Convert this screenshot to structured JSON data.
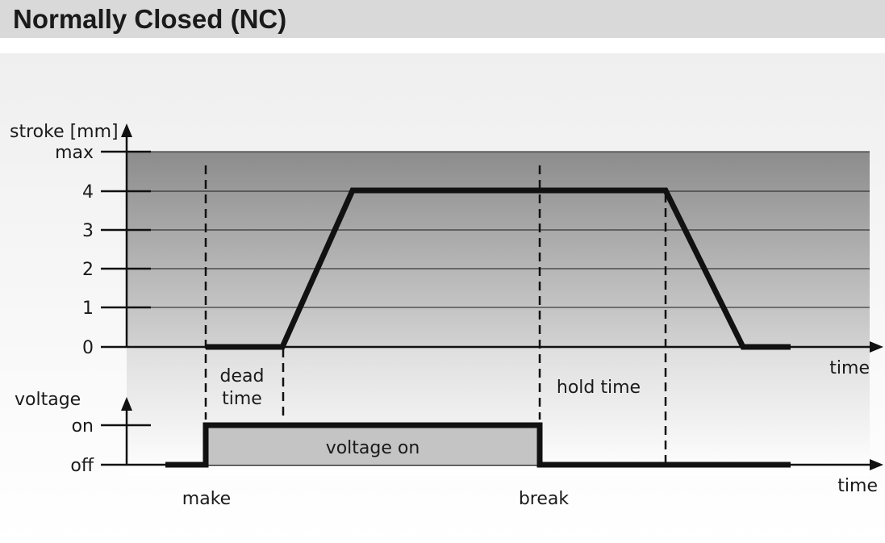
{
  "header": {
    "title": "Normally Closed (NC)"
  },
  "stroke_axis": {
    "label": "stroke [mm]",
    "ticks": [
      {
        "label": "max",
        "value": 5
      },
      {
        "label": "4",
        "value": 4
      },
      {
        "label": "3",
        "value": 3
      },
      {
        "label": "2",
        "value": 2
      },
      {
        "label": "1",
        "value": 1
      },
      {
        "label": "0",
        "value": 0
      }
    ],
    "time_label": "time"
  },
  "voltage_axis": {
    "label": "voltage",
    "tick_on": "on",
    "tick_off": "off",
    "time_label": "time"
  },
  "annotations": {
    "dead_time_line1": "dead",
    "dead_time_line2": "time",
    "hold_time": "hold time",
    "voltage_on": "voltage on",
    "make": "make",
    "break": "break"
  },
  "colors": {
    "trace": "#111111",
    "stroke_band_top": "#8c8c8c",
    "stroke_band_bottom": "#d6d6d6",
    "voltage_fill": "#c4c4c4"
  }
}
